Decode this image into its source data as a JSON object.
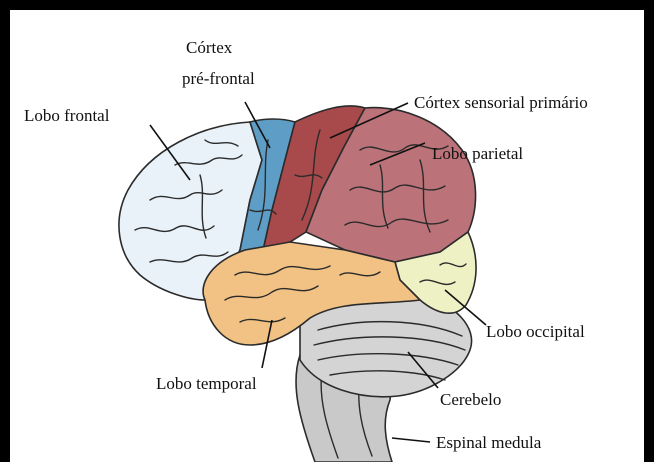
{
  "labels": {
    "prefrontal_line1": "Córtex",
    "prefrontal_line2": "pré-frontal",
    "frontal": "Lobo frontal",
    "sensory": "Córtex sensorial primário",
    "parietal": "Lobo parietal",
    "occipital": "Lobo occipital",
    "temporal": "Lobo temporal",
    "cerebellum": "Cerebelo",
    "spinal": "Espinal medula"
  },
  "colors": {
    "frontal": "#e8f1f7",
    "prefrontal": "#5b9bc2",
    "sensory": "#a8464a",
    "parietal": "#b87278",
    "occipital": "#ecefbf",
    "temporal": "#f2c487",
    "cerebellum": "#d2d2d2",
    "brainstem": "#c8c8c8",
    "frame": "#000000"
  }
}
